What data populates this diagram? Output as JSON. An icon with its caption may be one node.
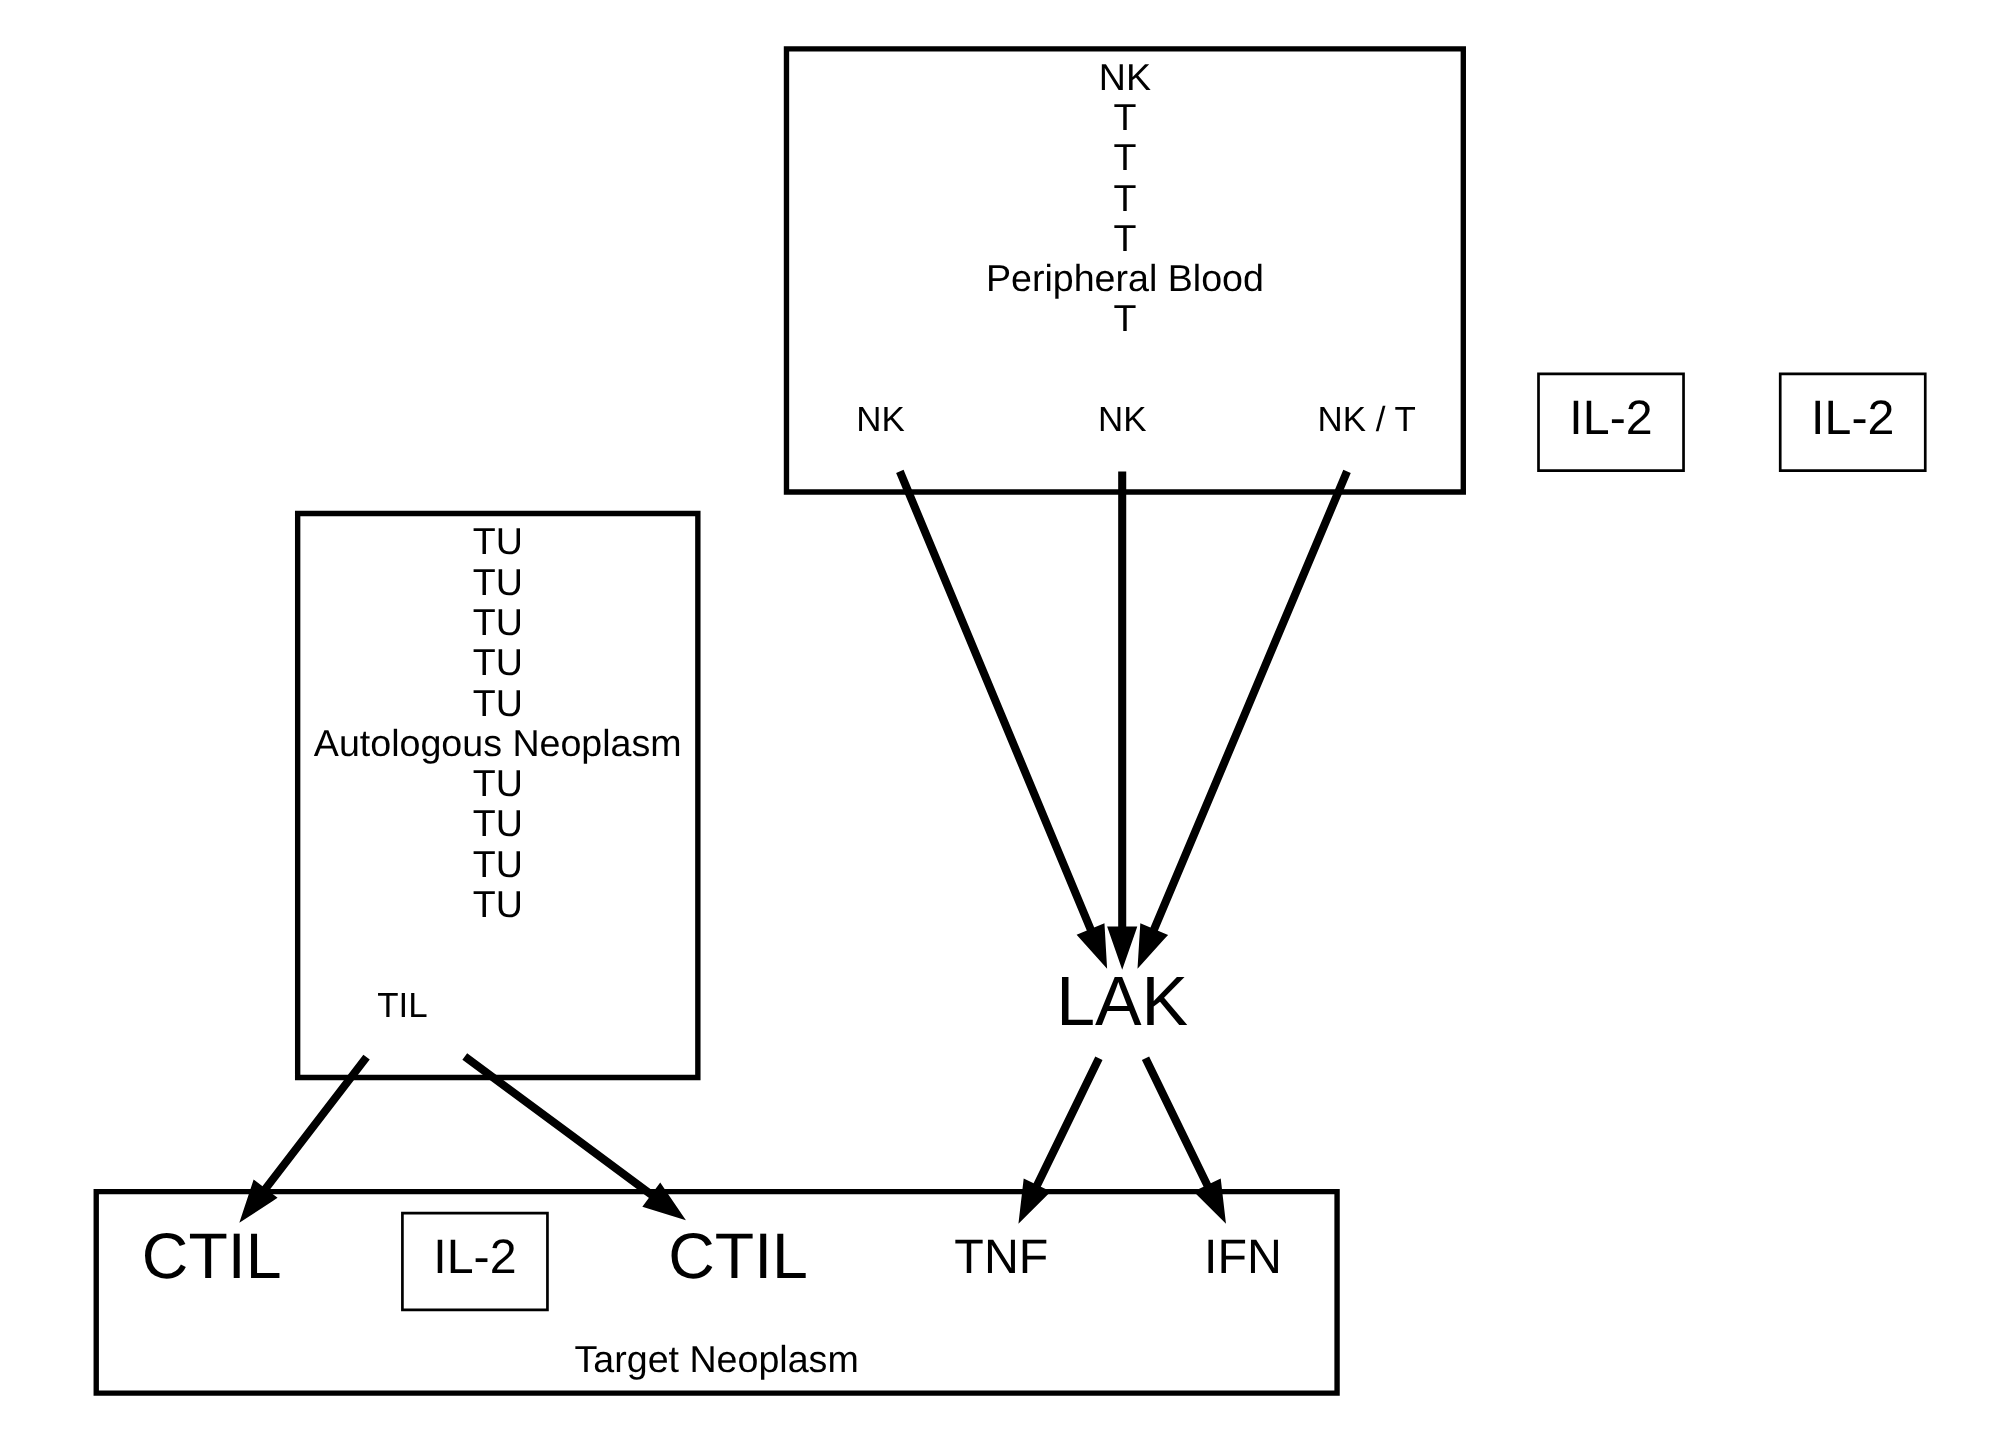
{
  "diagram": {
    "nodes": [
      {
        "text": [
          "TU",
          "TU",
          "TU",
          "TU",
          "TU",
          "Autologous Neoplasm",
          "TU",
          "TU",
          "TU",
          "TU"
        ]
      },
      {
        "text": [
          "TIL"
        ],
        "in": 0
      },
      {
        "text": [
          "NK",
          "T",
          "T",
          "T",
          "T",
          "Peripheral Blood",
          "T"
        ]
      },
      {
        "text": [
          "NK / T"
        ],
        "in": 2
      },
      {
        "text": [
          "NK"
        ],
        "in": 2
      },
      {
        "text": [
          "NK"
        ],
        "in": 2
      },
      {
        "text": [
          "IL-2"
        ]
      },
      {
        "text": [
          "IL-2"
        ]
      },
      {
        "text": [
          "Target Neoplasm"
        ]
      },
      {
        "text": [
          "CTIL"
        ],
        "in": 8
      },
      {
        "text": [
          "TNF"
        ],
        "in": 8
      },
      {
        "text": [
          "IFN"
        ],
        "in": 8
      },
      {
        "text": [
          "IL-2"
        ],
        "in": 8
      },
      {
        "text": [
          "LAK"
        ]
      },
      {
        "text": [
          "CTIL"
        ],
        "in": 8
      }
    ],
    "edges": [
      {
        "from": 1,
        "to": 9,
        "arrow": "to"
      },
      {
        "from": 1,
        "to": 14,
        "arrow": "to"
      },
      {
        "from": 5,
        "to": 13,
        "arrow": "to"
      },
      {
        "from": 3,
        "to": 13,
        "arrow": "to"
      },
      {
        "from": 4,
        "to": 13,
        "arrow": "to"
      },
      {
        "from": 13,
        "to": 10,
        "arrow": "to"
      },
      {
        "from": 13,
        "to": 11,
        "arrow": "to"
      }
    ]
  }
}
